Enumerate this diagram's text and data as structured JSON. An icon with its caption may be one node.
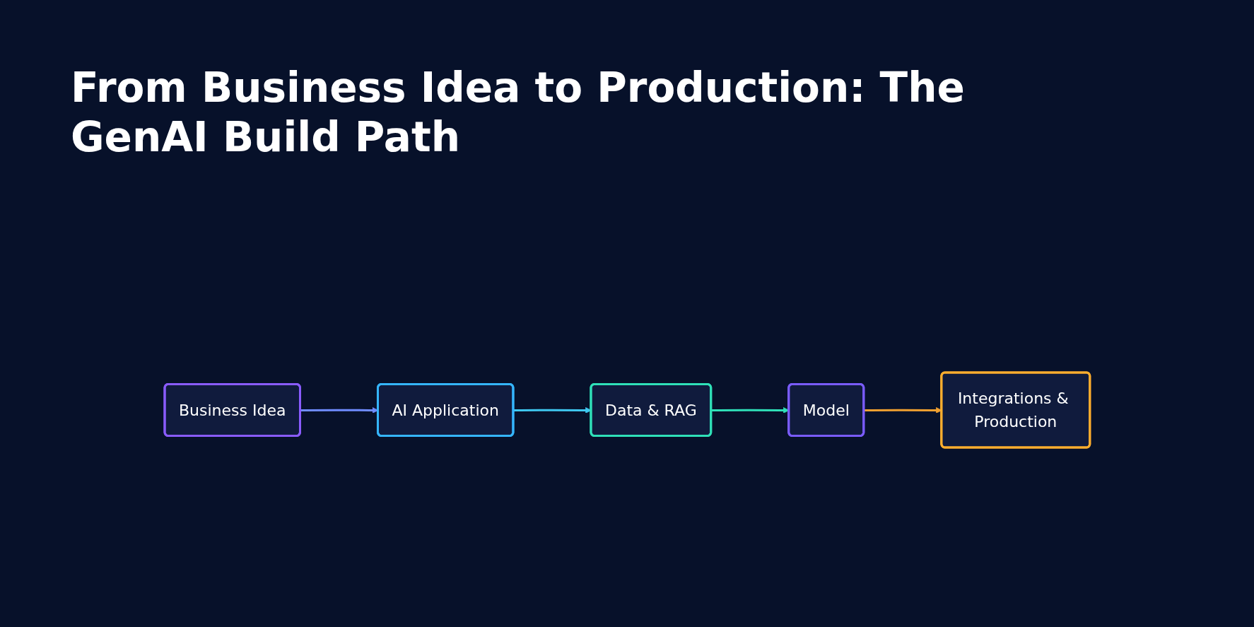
{
  "diagram": {
    "title": "From Business Idea to Production: The GenAI Build Path",
    "nodes": [
      {
        "text": [
          "Business Idea"
        ]
      },
      {
        "text": [
          "AI Application"
        ]
      },
      {
        "text": [
          "Data & RAG"
        ]
      },
      {
        "text": [
          "Model"
        ]
      },
      {
        "text": [
          "Integrations & Production"
        ]
      }
    ],
    "edges": [
      {
        "from": 0,
        "to": 1,
        "arrow": "to",
        "color": "#6f8cff"
      },
      {
        "from": 1,
        "to": 2,
        "arrow": "to",
        "color": "#3fc8f0"
      },
      {
        "from": 2,
        "to": 3,
        "arrow": "to",
        "color": "#2fe0b8"
      },
      {
        "from": 3,
        "to": 4,
        "arrow": "to",
        "color": "#f0a030"
      }
    ]
  }
}
